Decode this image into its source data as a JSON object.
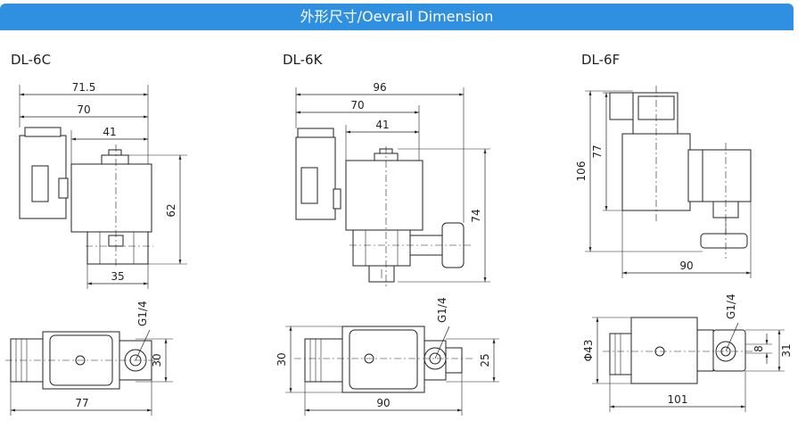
{
  "header": {
    "title": "外形尺寸/Oevrall Dimension",
    "accent_color": "#2f8fe0"
  },
  "models": [
    {
      "name": "DL-6C",
      "side_view": {
        "dims": [
          "71.5",
          "70",
          "41",
          "62",
          "35"
        ]
      },
      "top_view": {
        "dims": [
          "G1/4",
          "30",
          "77"
        ]
      }
    },
    {
      "name": "DL-6K",
      "side_view": {
        "dims": [
          "96",
          "70",
          "41",
          "74"
        ]
      },
      "top_view": {
        "dims": [
          "30",
          "G1/4",
          "25",
          "90"
        ]
      }
    },
    {
      "name": "DL-6F",
      "side_view": {
        "dims": [
          "106",
          "77",
          "90"
        ]
      },
      "top_view": {
        "dims": [
          "G1/4",
          "Φ43",
          "8",
          "31",
          "101"
        ]
      }
    }
  ]
}
